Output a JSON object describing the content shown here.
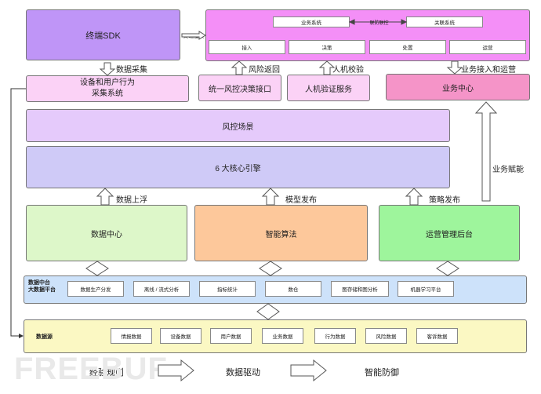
{
  "sdk": {
    "label": "终端SDK",
    "arrow_label": "终端植入"
  },
  "business": {
    "top": [
      "业务系统",
      "联防联控",
      "关联系统"
    ],
    "stages": [
      "接入",
      "决策",
      "处置",
      "运营"
    ]
  },
  "collect": {
    "label": "设备和用户行为\n采集系统",
    "arrow_label": "数据采集"
  },
  "unified": {
    "label": "统一风控决策接口",
    "arrow_label": "风险返回"
  },
  "human": {
    "label": "人机验证服务",
    "arrow_label": "人机校验"
  },
  "biz_center": {
    "label": "业务中心",
    "arrow_label": "业务接入和运营"
  },
  "scene": {
    "label": "风控场景"
  },
  "engine": {
    "label": "6 大核心引擎"
  },
  "empower_label": "业务赋能",
  "mid": [
    {
      "label": "数据中心",
      "arrow_label": "数据上浮"
    },
    {
      "label": "智能算法",
      "arrow_label": "模型发布"
    },
    {
      "label": "运营管理后台",
      "arrow_label": "策略发布"
    }
  ],
  "platform": {
    "title": "数据中台\n大数据平台",
    "items": [
      "数据生产分发",
      "离线 / 流式分析",
      "指标统计",
      "数仓",
      "图存储和图分析",
      "机器学习平台"
    ]
  },
  "source": {
    "title": "数据源",
    "items": [
      "情报数据",
      "设备数据",
      "用户数据",
      "业务数据",
      "行为数据",
      "风险数据",
      "客诉数据"
    ]
  },
  "flow": [
    "经验规则",
    "数据驱动",
    "智能防御"
  ],
  "watermark": "FREEBUF",
  "colors": {
    "sdk": "#bf95f7",
    "business": "#f48ff7",
    "light_pink": "#fbd2f6",
    "biz_center": "#f594c8",
    "scene": "#e5cafb",
    "engine": "#cfcaf7",
    "data_center": "#ddf7c9",
    "algorithm": "#fdc89b",
    "ops": "#9ef59c",
    "platform": "#cde2fa",
    "source": "#fbf8c3"
  }
}
